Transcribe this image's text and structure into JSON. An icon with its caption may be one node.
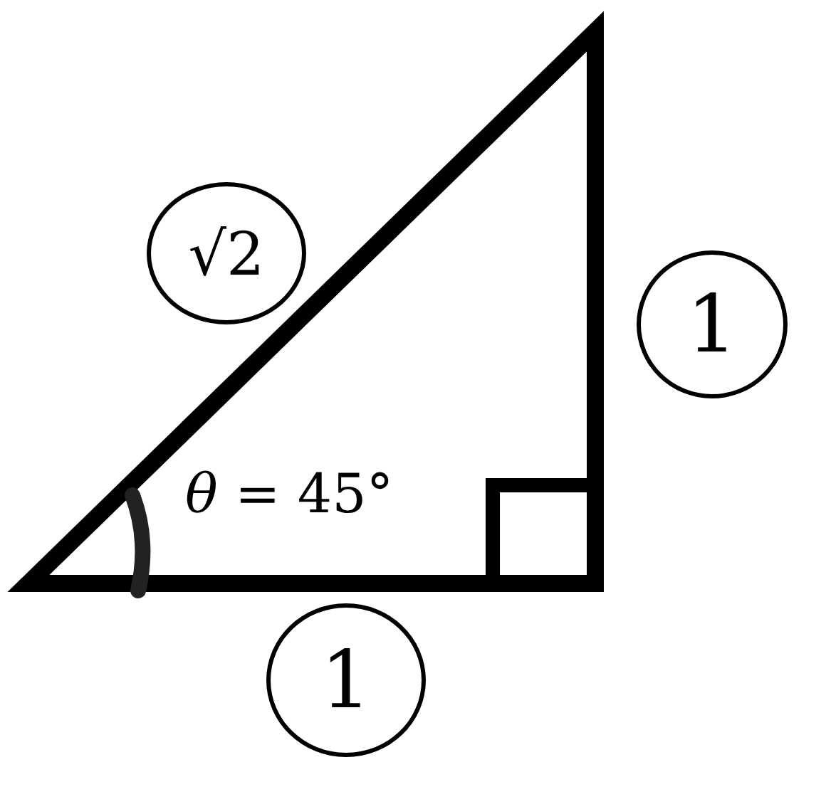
{
  "diagram": {
    "nodes": [
      {
        "text": [
          "√2"
        ]
      },
      {
        "text": [
          "1"
        ]
      },
      {
        "text": [
          "1"
        ]
      }
    ],
    "labels": [
      "*θ* = 45°"
    ]
  }
}
